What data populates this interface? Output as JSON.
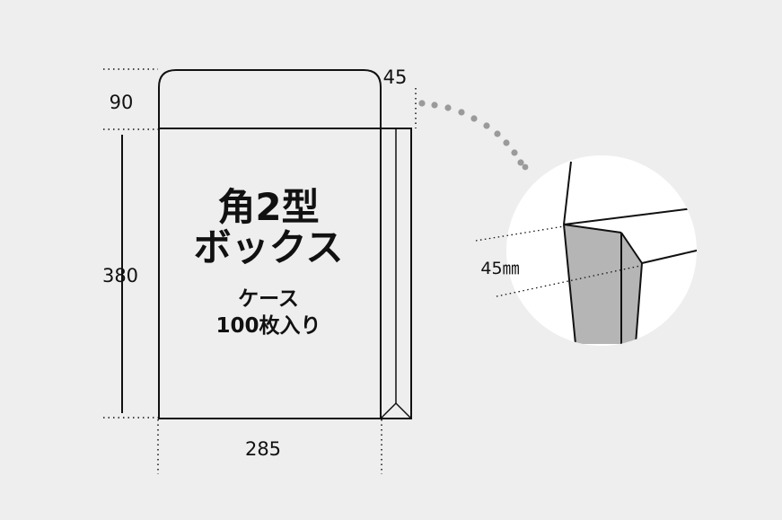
{
  "title": {
    "line1": "角2型",
    "line2": "ボックス"
  },
  "subtitle": {
    "line1": "ケース",
    "line2": "100枚入り"
  },
  "dimensions": {
    "flap_height": "90",
    "body_height": "380",
    "width": "285",
    "gusset_depth": "45",
    "detail_depth": "45㎜"
  },
  "colors": {
    "background": "#eeeeee",
    "line": "#111111",
    "circle": "#ffffff",
    "shade": "#b5b5b5",
    "dots": "#9a9a9a"
  }
}
